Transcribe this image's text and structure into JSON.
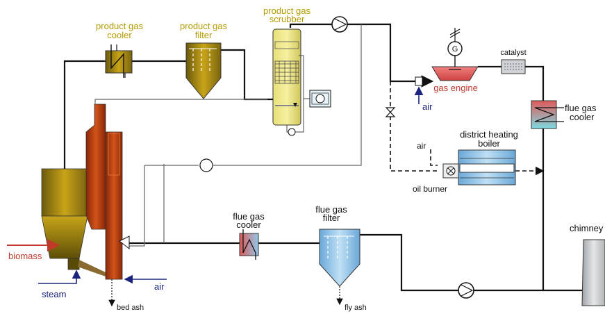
{
  "labels": {
    "product_gas_cooler": [
      "product gas",
      "cooler"
    ],
    "product_gas_filter": [
      "product gas",
      "filter"
    ],
    "product_gas_scrubber": [
      "product gas",
      "scrubber"
    ],
    "catalyst": "catalyst",
    "gas_engine": "gas engine",
    "air_engine": "air",
    "generator_symbol": "G",
    "flue_gas_cooler_right": [
      "flue gas",
      "cooler"
    ],
    "district_heating_boiler": [
      "district heating",
      "boiler"
    ],
    "air_burner": "air",
    "oil_burner": "oil burner",
    "flue_gas_cooler_bottom": [
      "flue gas",
      "cooler"
    ],
    "flue_gas_filter_bottom": [
      "flue gas",
      "filter"
    ],
    "chimney": "chimney",
    "biomass": "biomass",
    "steam": "steam",
    "air_gasifier": "air",
    "bed_ash": "bed ash",
    "fly_ash": "fly ash"
  },
  "colors": {
    "olive_label": "#b49b00",
    "red_label": "#c0392b",
    "blue_label": "#1a237e"
  }
}
